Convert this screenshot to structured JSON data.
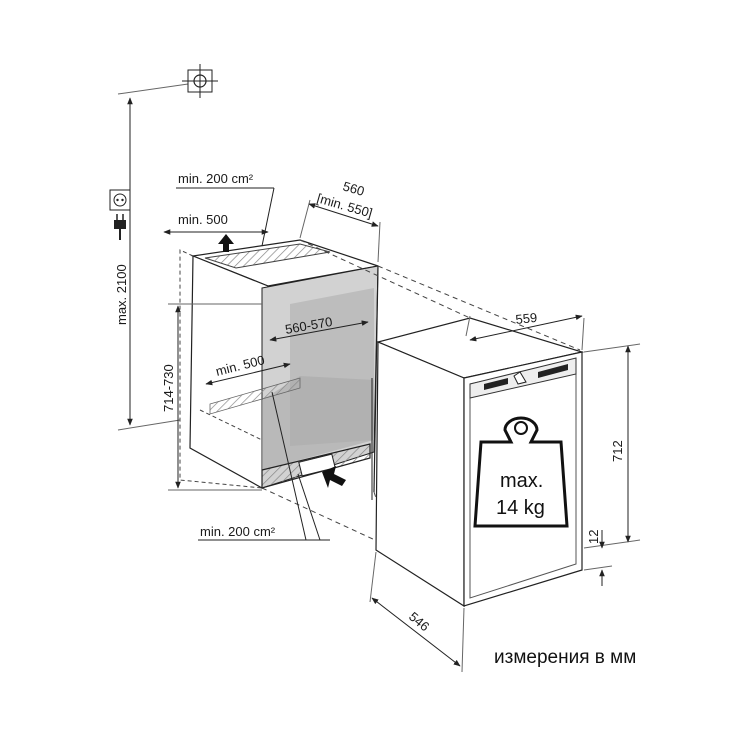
{
  "diagram": {
    "labels": {
      "max_height": "max. 2100",
      "niche_height": "714-730",
      "top_vent_area": "min. 200 cm²",
      "top_vent_depth": "min. 500",
      "niche_width": "560",
      "niche_width_min": "[min. 550]",
      "niche_inner_width": "560-570",
      "bottom_vent_depth": "min. 500",
      "bottom_vent_area": "min. 200 cm²",
      "appliance_width": "559",
      "appliance_height": "712",
      "appliance_depth": "546",
      "plinth_offset": "12",
      "max_weight_line1": "max.",
      "max_weight_line2": "14 kg"
    },
    "icons": [
      "socket-icon",
      "plug-icon",
      "target-icon",
      "arrow-up-icon",
      "arrow-in-icon",
      "weight-icon"
    ],
    "caption": "измерения в мм"
  }
}
